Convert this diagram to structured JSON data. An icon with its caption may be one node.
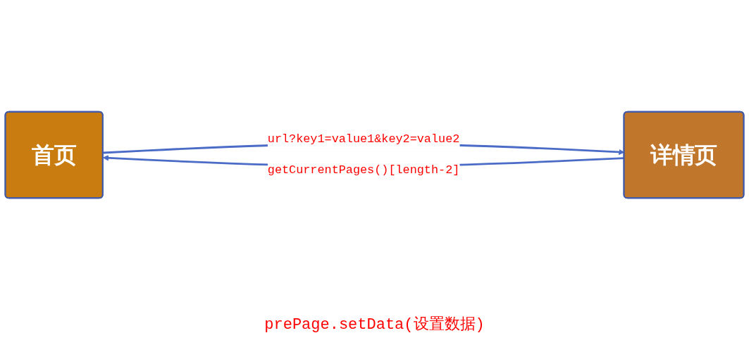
{
  "diagram": {
    "nodes": [
      {
        "text": [
          "首页"
        ]
      },
      {
        "text": [
          "详情页"
        ]
      }
    ],
    "edges": [
      {
        "from": 0,
        "to": 1,
        "arrow": "to",
        "label": "url?key1=value1&key2=value2"
      },
      {
        "from": 1,
        "to": 0,
        "arrow": "to",
        "label": "getCurrentPages()[length-2]"
      }
    ],
    "labels": [
      "prePage.setData(设置数据)"
    ]
  }
}
